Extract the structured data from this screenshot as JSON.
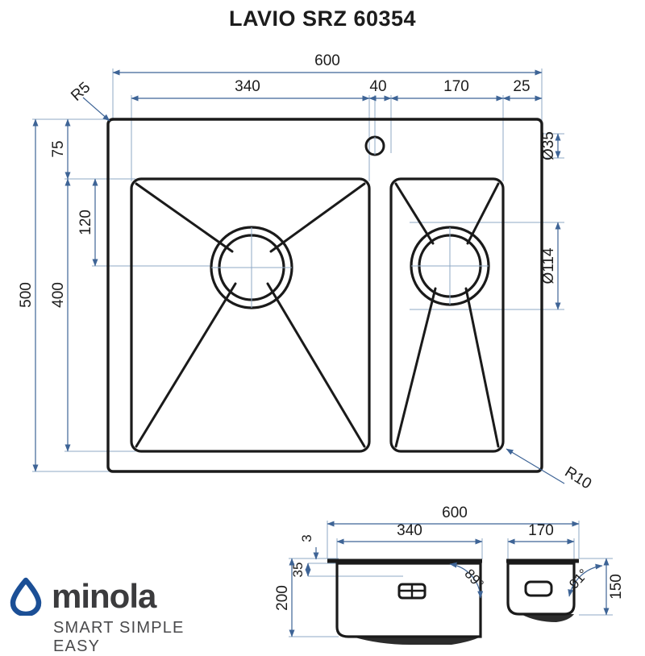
{
  "title": "LAVIO SRZ 60354",
  "colors": {
    "line": "#1a1a1a",
    "dimension": "#4a6f9c",
    "text": "#1c1c1c",
    "logo_drop": "#1b4f96",
    "logo_word": "#3b3b3d"
  },
  "top_view": {
    "name": "top-view",
    "dimensions": {
      "overall_width": "600",
      "left_bowl_width": "340",
      "gap_to_hole": "40",
      "right_bowl_width": "170",
      "right_margin": "25",
      "overall_height": "500",
      "bowl_height": "400",
      "top_margin": "75",
      "drain_offset": "120",
      "tap_hole_dia": "Ø35",
      "drain_dia": "Ø114",
      "corner_radius_outer": "R5",
      "corner_radius_inner": "R10"
    }
  },
  "section_view": {
    "name": "section-view",
    "dimensions": {
      "overall_width": "600",
      "left_bowl_width": "340",
      "right_bowl_width": "170",
      "rim_thickness": "3",
      "overflow_height": "35",
      "left_bowl_depth": "200",
      "right_bowl_depth": "150",
      "left_wall_angle": "89°",
      "right_wall_angle": "91°"
    }
  },
  "logo": {
    "brand": "minola",
    "tagline": "SMART SIMPLE EASY",
    "icon": "water-drop-icon"
  }
}
